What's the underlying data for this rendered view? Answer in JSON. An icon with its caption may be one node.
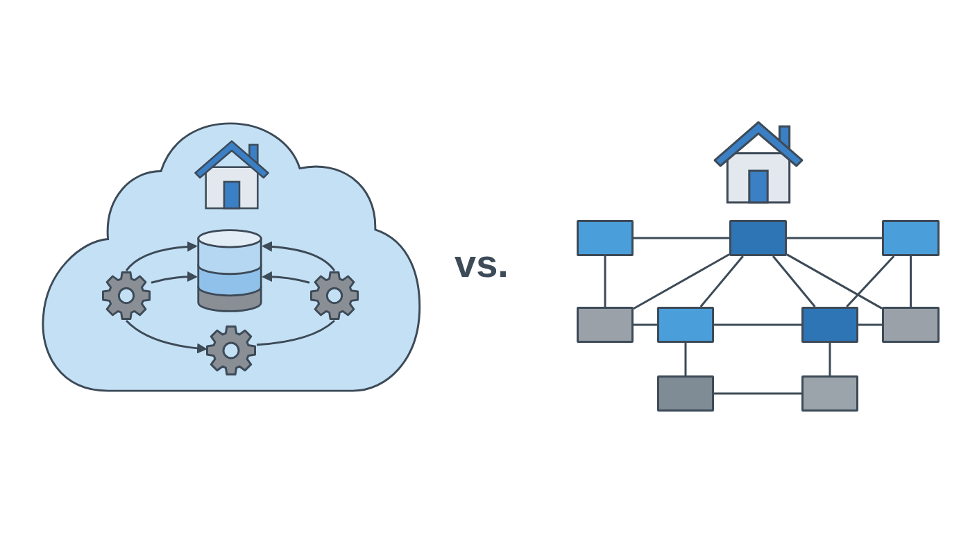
{
  "diagram": {
    "nodes": [
      {
        "text": [],
        "shape": "cloud"
      },
      {
        "text": [],
        "shape": "cylinder",
        "in": 0
      },
      {
        "text": [],
        "shape": "picture",
        "in": 0
      },
      {
        "text": [],
        "shape": "picture",
        "in": 0
      },
      {
        "text": [],
        "shape": "picture",
        "in": 0
      },
      {
        "text": [],
        "shape": "box"
      },
      {
        "text": [],
        "shape": "box"
      },
      {
        "text": [],
        "shape": "box"
      },
      {
        "text": [],
        "shape": "box"
      },
      {
        "text": [],
        "shape": "box"
      },
      {
        "text": [],
        "shape": "box"
      },
      {
        "text": [],
        "shape": "box"
      },
      {
        "text": [],
        "shape": "box"
      },
      {
        "text": [],
        "shape": "box"
      }
    ],
    "edges": [
      {
        "from": 2,
        "to": 1,
        "arrow": "to"
      },
      {
        "from": 2,
        "to": 1,
        "arrow": "to"
      },
      {
        "from": 3,
        "to": 1,
        "arrow": "to"
      },
      {
        "from": 3,
        "to": 1,
        "arrow": "to"
      },
      {
        "from": 2,
        "to": 4,
        "arrow": "to"
      },
      {
        "from": 4,
        "to": 3,
        "arrow": "none"
      },
      {
        "from": 5,
        "to": 6,
        "arrow": "none"
      },
      {
        "from": 6,
        "to": 7,
        "arrow": "none"
      },
      {
        "from": 5,
        "to": 8,
        "arrow": "none"
      },
      {
        "from": 6,
        "to": 8,
        "arrow": "none"
      },
      {
        "from": 6,
        "to": 9,
        "arrow": "none"
      },
      {
        "from": 6,
        "to": 10,
        "arrow": "none"
      },
      {
        "from": 6,
        "to": 11,
        "arrow": "none"
      },
      {
        "from": 7,
        "to": 10,
        "arrow": "none"
      },
      {
        "from": 7,
        "to": 11,
        "arrow": "none"
      },
      {
        "from": 8,
        "to": 9,
        "arrow": "none"
      },
      {
        "from": 9,
        "to": 10,
        "arrow": "none"
      },
      {
        "from": 10,
        "to": 11,
        "arrow": "none"
      },
      {
        "from": 9,
        "to": 12,
        "arrow": "none"
      },
      {
        "from": 10,
        "to": 13,
        "arrow": "none"
      },
      {
        "from": 12,
        "to": 13,
        "arrow": "none"
      }
    ],
    "labels": [
      "vs."
    ]
  }
}
